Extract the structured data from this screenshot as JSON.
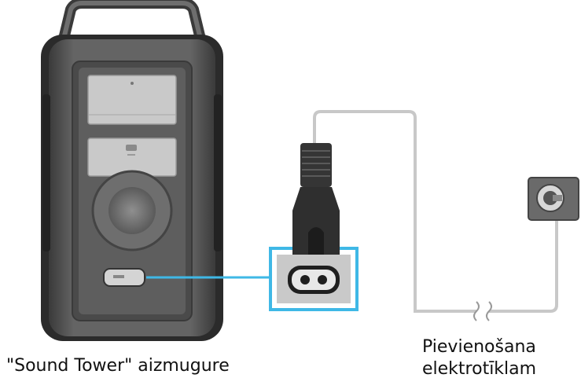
{
  "captions": {
    "speaker_back": "\"Sound Tower\" aizmugure",
    "mains_line1": "Pievienošana",
    "mains_line2": "elektrotīklam"
  },
  "colors": {
    "speaker_body": "#5c5c5c",
    "speaker_dark": "#2b2b2b",
    "panel": "#c9c9c9",
    "highlight": "#3fb8e6",
    "cable": "#c8c8c8",
    "plug": "#353535",
    "outlet": "#6a6a6a"
  },
  "icons": {
    "handle": "speaker-handle-icon",
    "plug": "power-plug-icon",
    "socket": "power-socket-icon",
    "outlet": "wall-outlet-icon",
    "cable_break": "cable-break-icon"
  }
}
